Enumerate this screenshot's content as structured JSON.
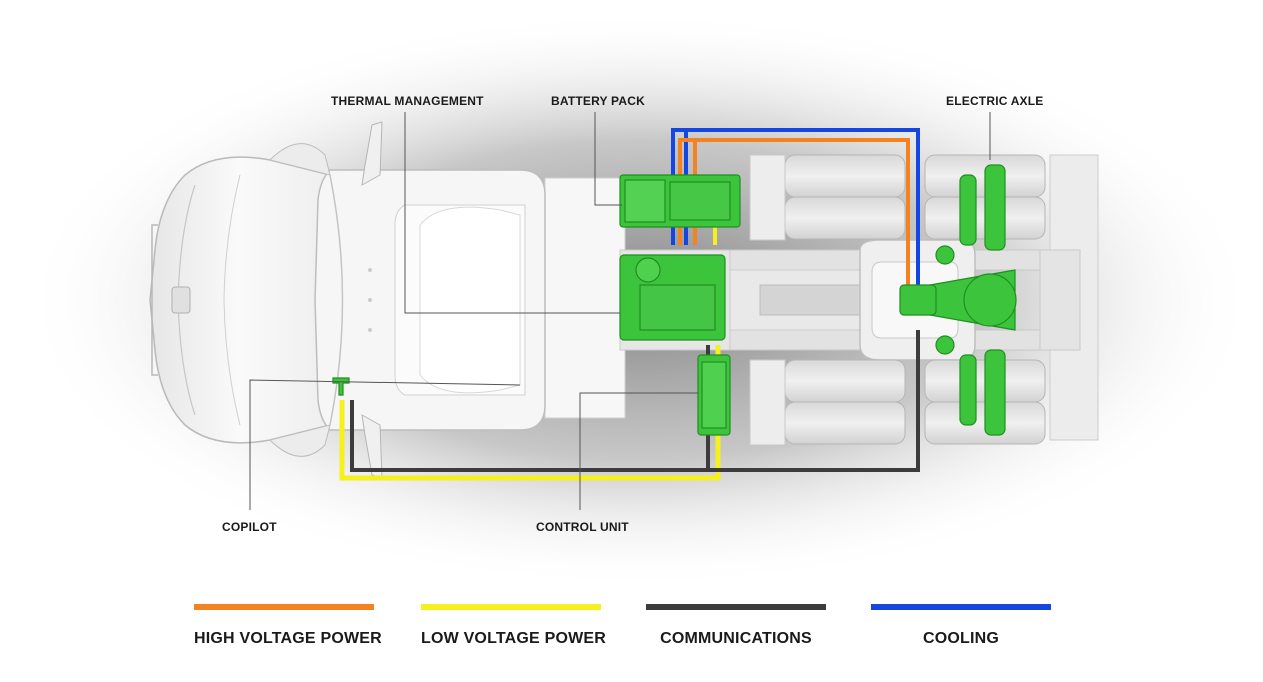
{
  "callouts": {
    "thermal_management": "THERMAL MANAGEMENT",
    "battery_pack": "BATTERY PACK",
    "electric_axle": "ELECTRIC AXLE",
    "copilot": "COPILOT",
    "control_unit": "CONTROL UNIT"
  },
  "legend": [
    {
      "label": "HIGH VOLTAGE POWER",
      "color": "#f58220"
    },
    {
      "label": "LOW VOLTAGE POWER",
      "color": "#f5f01e"
    },
    {
      "label": "COMMUNICATIONS",
      "color": "#3c3c3c"
    },
    {
      "label": "COOLING",
      "color": "#1646e0"
    }
  ],
  "colors": {
    "component_green": "#3cc43c",
    "truck_body": "#f4f4f4",
    "frame_gray": "#dcdcdc",
    "leader_line": "#555555"
  }
}
